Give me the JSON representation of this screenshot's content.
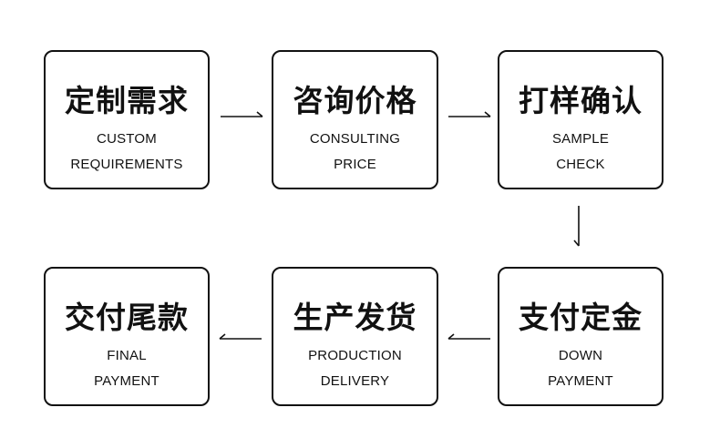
{
  "steps": [
    {
      "zh": "定制需求",
      "en_line1": "CUSTOM",
      "en_line2": "REQUIREMENTS"
    },
    {
      "zh": "咨询价格",
      "en_line1": "CONSULTING",
      "en_line2": "PRICE"
    },
    {
      "zh": "打样确认",
      "en_line1": "SAMPLE",
      "en_line2": "CHECK"
    },
    {
      "zh": "支付定金",
      "en_line1": "DOWN",
      "en_line2": "PAYMENT"
    },
    {
      "zh": "生产发货",
      "en_line1": "PRODUCTION",
      "en_line2": "DELIVERY"
    },
    {
      "zh": "交付尾款",
      "en_line1": "FINAL",
      "en_line2": "PAYMENT"
    }
  ],
  "colors": {
    "border": "#111111",
    "text": "#111111",
    "background": "#ffffff"
  },
  "icons": {
    "arrow_right": "arrow-right-icon",
    "arrow_down": "arrow-down-icon",
    "arrow_left": "arrow-left-icon"
  }
}
